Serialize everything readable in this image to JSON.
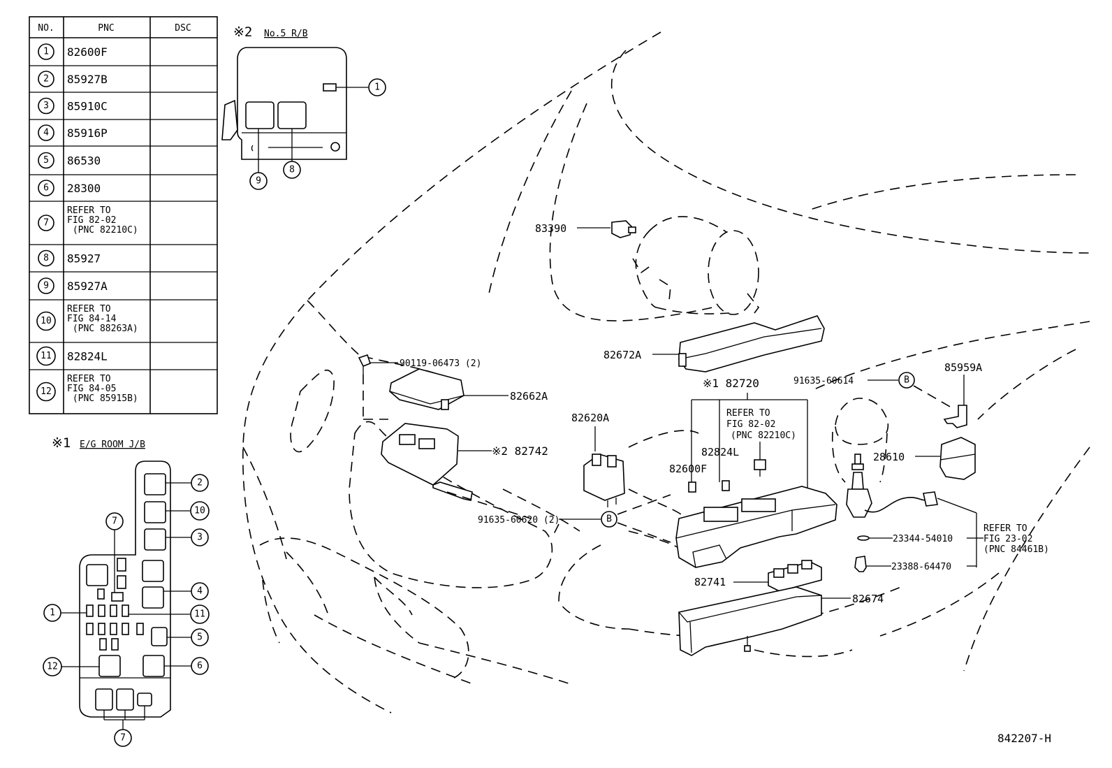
{
  "table": {
    "headers": [
      "NO.",
      "PNC",
      "DSC"
    ],
    "rows": [
      {
        "no": "1",
        "pnc": [
          "82600F"
        ]
      },
      {
        "no": "2",
        "pnc": [
          "85927B"
        ]
      },
      {
        "no": "3",
        "pnc": [
          "85910C"
        ]
      },
      {
        "no": "4",
        "pnc": [
          "85916P"
        ]
      },
      {
        "no": "5",
        "pnc": [
          "86530"
        ]
      },
      {
        "no": "6",
        "pnc": [
          "28300"
        ]
      },
      {
        "no": "7",
        "pnc": [
          "REFER TO",
          "FIG 82-02",
          " (PNC 82210C)"
        ]
      },
      {
        "no": "8",
        "pnc": [
          "85927"
        ]
      },
      {
        "no": "9",
        "pnc": [
          "85927A"
        ]
      },
      {
        "no": "10",
        "pnc": [
          "REFER TO",
          "FIG 84-14",
          " (PNC 88263A)"
        ]
      },
      {
        "no": "11",
        "pnc": [
          "82824L"
        ]
      },
      {
        "no": "12",
        "pnc": [
          "REFER TO",
          "FIG 84-05",
          " (PNC 85915B)"
        ]
      }
    ]
  },
  "inset_rb": {
    "title_mark": "※2",
    "title": "No.5 R/B",
    "callouts": [
      "1",
      "9",
      "8"
    ]
  },
  "inset_jb": {
    "title_mark": "※1",
    "title": "E/G ROOM J/B",
    "callouts": [
      "2",
      "10",
      "3",
      "4",
      "11",
      "5",
      "6",
      "7",
      "1",
      "12",
      "7"
    ]
  },
  "labels": {
    "p83390": "83390",
    "p82672A": "82672A",
    "p9011906473": "90119-06473 (2)",
    "p82662A": "82662A",
    "p82742": "※2 82742",
    "p82720": "※1 82720",
    "p9163560614": "91635-60614",
    "p85959A": "85959A",
    "p82620A": "82620A",
    "ref8202": [
      "REFER TO",
      "FIG 82-02",
      "(PNC 82210C)"
    ],
    "p82824L": "82824L",
    "p82600F": "82600F",
    "p28610": "28610",
    "p9163560620": "91635-60620 (2)",
    "p2334454010": "23344-54010",
    "ref2302": [
      "REFER TO",
      "FIG 23-02",
      " (PNC 84461B)"
    ],
    "p2338864470": "23388-64470",
    "p82741": "82741",
    "p82674": "82674",
    "callout_b": "B",
    "figure_id": "842207-H"
  }
}
